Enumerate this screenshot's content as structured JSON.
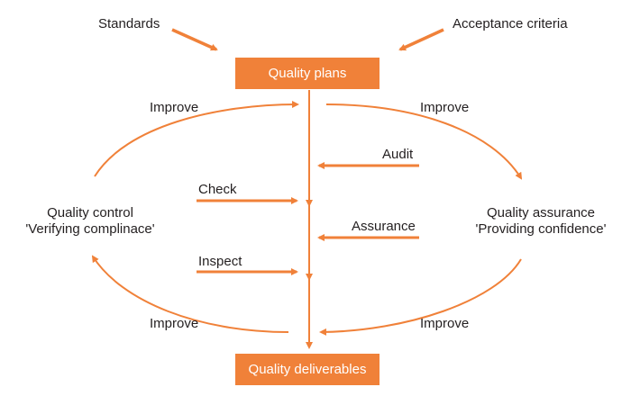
{
  "diagram": {
    "inputs": {
      "standards": "Standards",
      "acceptance_criteria": "Acceptance criteria"
    },
    "boxes": {
      "quality_plans": "Quality plans",
      "quality_deliverables": "Quality deliverables"
    },
    "left": {
      "title": "Quality control",
      "subtitle": "'Verifying complinace'"
    },
    "right": {
      "title": "Quality assurance",
      "subtitle": "'Providing confidence'"
    },
    "improve_labels": {
      "top_left": "Improve",
      "top_right": "Improve",
      "bottom_left": "Improve",
      "bottom_right": "Improve"
    },
    "activities": {
      "audit": "Audit",
      "check": "Check",
      "assurance": "Assurance",
      "inspect": "Inspect"
    },
    "colors": {
      "accent": "#f08139",
      "text": "#231f20",
      "box_text": "#ffffff"
    }
  }
}
